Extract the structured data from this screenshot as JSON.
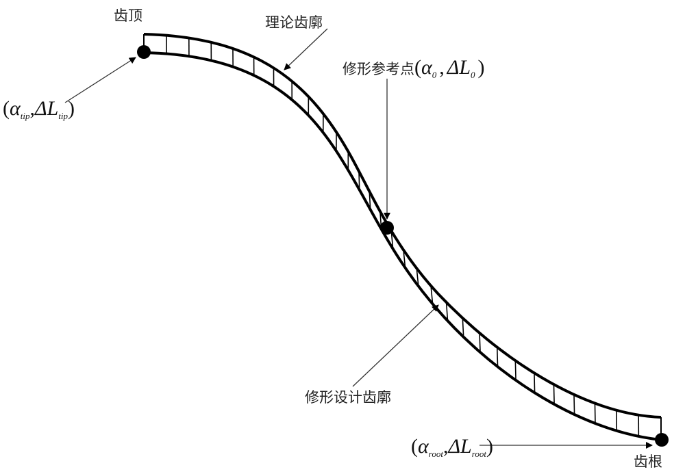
{
  "labels": {
    "tip": "齿顶",
    "root": "齿根",
    "theoretical_profile": "理论齿廓",
    "modified_profile": "修形设计齿廓",
    "reference_point": "修形参考点"
  },
  "math": {
    "tip": {
      "open": "(",
      "alpha": "α",
      "alpha_sub": "tip",
      "comma": ",",
      "delta": "ΔL",
      "delta_sub": "tip",
      "close": ")"
    },
    "ref": {
      "open": "(",
      "alpha": "α",
      "alpha_sub": "0",
      "comma": ",",
      "delta": "ΔL",
      "delta_sub": "0",
      "close": ")"
    },
    "root": {
      "open": "(",
      "alpha": "α",
      "alpha_sub": "root",
      "comma": ",",
      "delta": "ΔL",
      "delta_sub": "root",
      "close": ")"
    }
  },
  "hatch_count": 30
}
